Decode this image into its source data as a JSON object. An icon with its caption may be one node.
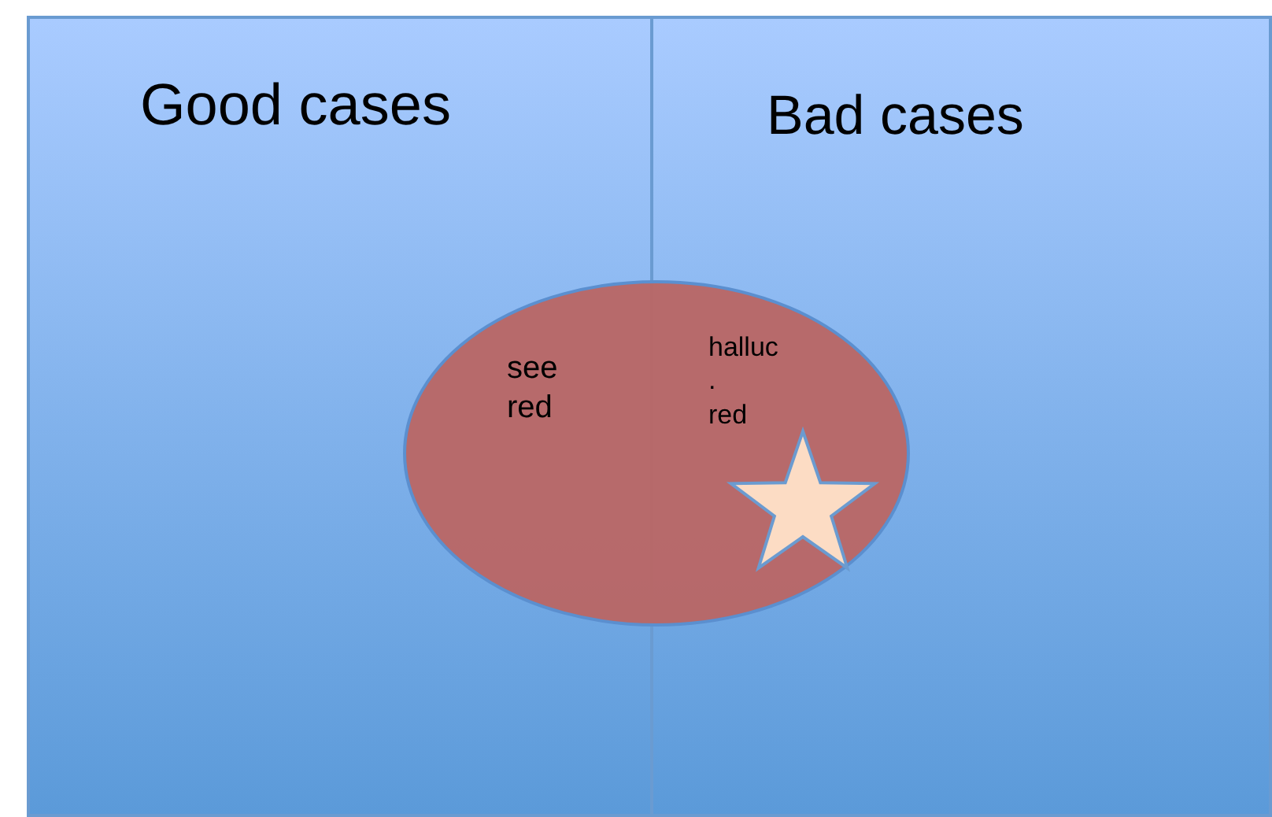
{
  "diagram": {
    "nodes": [
      {
        "text": [
          "Good cases"
        ]
      },
      {
        "text": [
          "Bad cases"
        ]
      },
      {
        "text": [
          "see red",
          "halluc . red"
        ]
      }
    ]
  }
}
